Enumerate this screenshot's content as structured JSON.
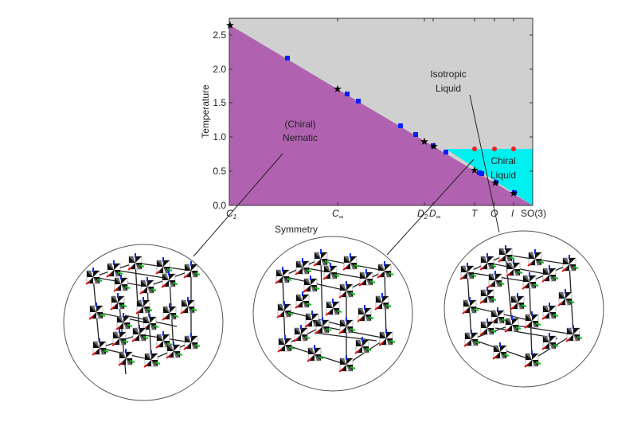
{
  "chart_data": {
    "type": "area",
    "title": "",
    "xlabel": "Symmetry",
    "ylabel": "Temperature",
    "ylim": [
      0,
      2.75
    ],
    "yticks": [
      "0.0",
      "0.5",
      "1.0",
      "1.5",
      "2.0",
      "2.5"
    ],
    "categories": [
      "C1",
      "C∞",
      "D2",
      "D∞",
      "T",
      "O",
      "I",
      "SO(3)"
    ],
    "category_labels": [
      {
        "main": "C",
        "sub": "1"
      },
      {
        "main": "C",
        "sub": "∞"
      },
      {
        "main": "D",
        "sub": "2"
      },
      {
        "main": "D",
        "sub": "∞"
      },
      {
        "main": "T",
        "sub": ""
      },
      {
        "main": "O",
        "sub": ""
      },
      {
        "main": "I",
        "sub": ""
      },
      {
        "main": "SO(3)",
        "sub": ""
      }
    ],
    "regions": [
      {
        "name": "(Chiral) Nematic",
        "lines": [
          "(Chiral)",
          "Nematic"
        ],
        "color": "#b062b0"
      },
      {
        "name": "Isotropic Liquid",
        "lines": [
          "Isotropic",
          "Liquid"
        ],
        "color": "#d0d0d0"
      },
      {
        "name": "Chiral Liquid",
        "lines": [
          "Chiral",
          "Liquid"
        ],
        "color": "#00f0f0"
      }
    ],
    "phase_boundary": {
      "x_start": "C1",
      "y_start": 2.65,
      "x_end": "SO(3)",
      "y_end": 0.0
    },
    "chiral_liquid_upper_T": 0.83,
    "series": [
      {
        "name": "stars",
        "marker": "star",
        "color": "#000000",
        "points": [
          {
            "x": "C1",
            "y": 2.63
          },
          {
            "x": "C∞",
            "y": 1.7
          },
          {
            "x": "D2",
            "y": 0.95
          },
          {
            "x": "D∞",
            "y": 0.88
          },
          {
            "x": "T",
            "y": 0.52
          },
          {
            "x": "O",
            "y": 0.34
          },
          {
            "x": "I",
            "y": 0.18
          }
        ]
      },
      {
        "name": "blue squares",
        "marker": "square",
        "color": "#0a1eff",
        "points": [
          2.14,
          1.62,
          1.52,
          1.16,
          1.03,
          0.88,
          0.78,
          0.48,
          0.46,
          0.34,
          0.19
        ]
      },
      {
        "name": "red circles",
        "marker": "circle",
        "color": "#f02020",
        "points": [
          {
            "x": "T",
            "y": 0.83
          },
          {
            "x": "O",
            "y": 0.83
          },
          {
            "x": "I",
            "y": 0.83
          }
        ]
      }
    ],
    "insets": [
      {
        "name": "nematic-lattice",
        "description": "3x3x3 cubic lattice of polyhedral particles with RGB axes"
      },
      {
        "name": "chiral-liquid-lattice",
        "description": "3x3x3 cubic lattice of polyhedral particles with RGB axes"
      },
      {
        "name": "isotropic-liquid-lattice",
        "description": "3x3x3 cubic lattice of polyhedral particles with RGB axes"
      }
    ]
  }
}
